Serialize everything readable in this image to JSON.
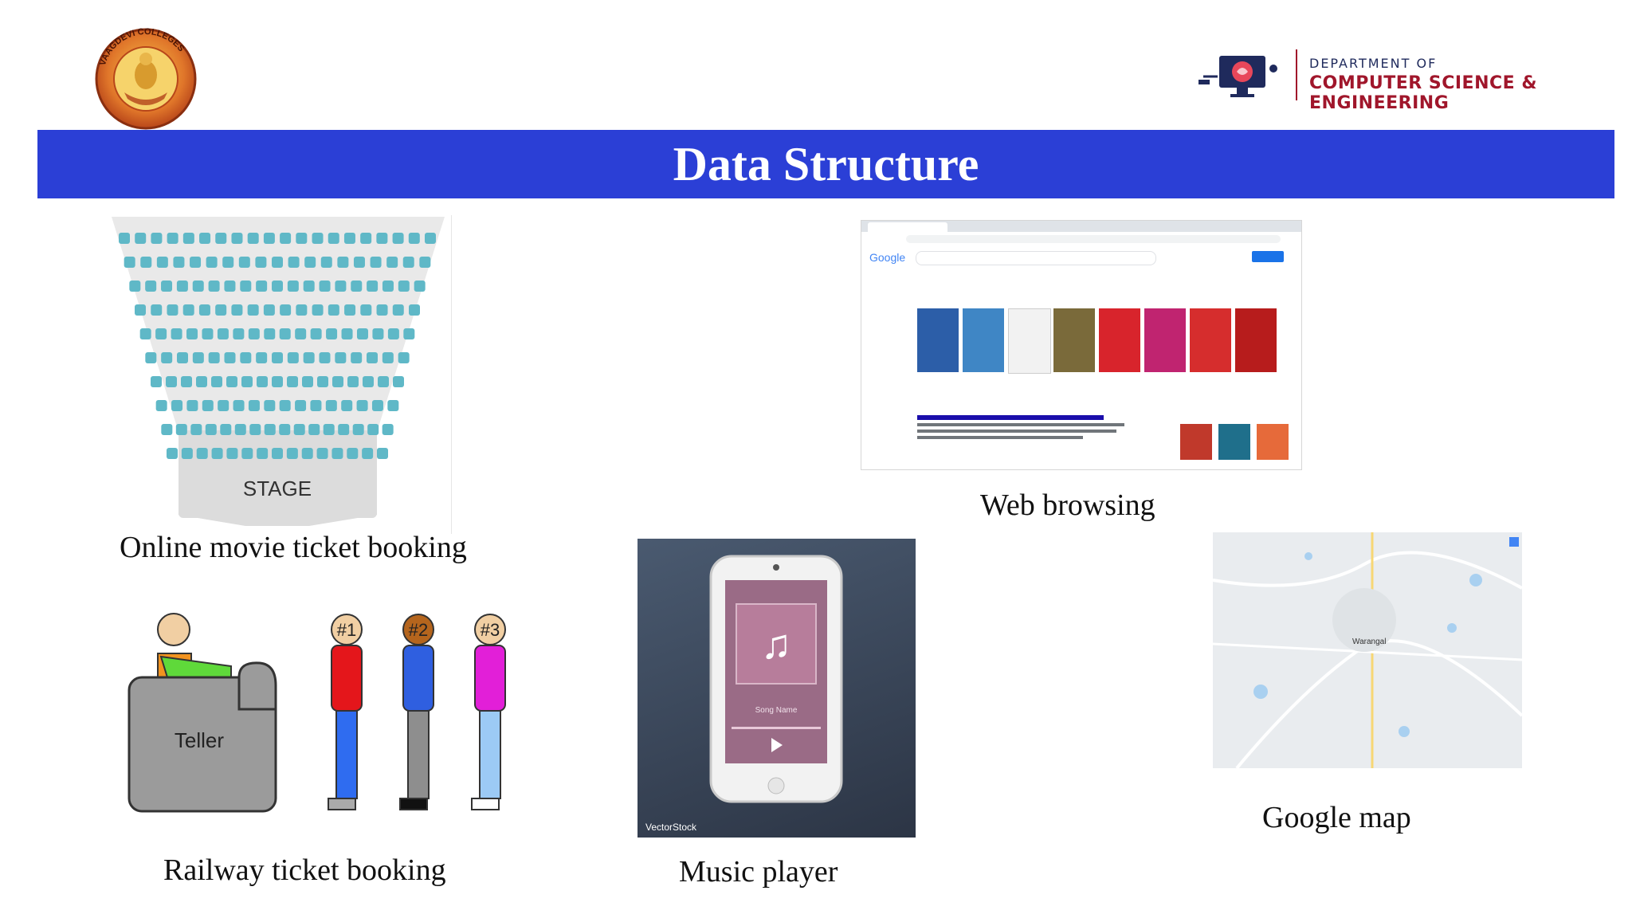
{
  "colors": {
    "accent": "#2b3fd6",
    "brand_red": "#a0162b",
    "brand_navy": "#1f2a5c"
  },
  "logo_left": {
    "icon": "college-seal-icon",
    "text": "VAAGDEVI COLLEGES"
  },
  "logo_right": {
    "icon": "monitor-brain-icon",
    "line1": "DEPARTMENT OF",
    "line2": "COMPUTER SCIENCE & ENGINEERING"
  },
  "banner": {
    "title": "Data Structure"
  },
  "items": [
    {
      "caption": "Online movie ticket booking",
      "image_text": "STAGE"
    },
    {
      "caption": "Web browsing",
      "image_text": "Google"
    },
    {
      "caption": "Railway ticket booking",
      "image_text": "Teller",
      "queue": [
        "#1",
        "#2",
        "#3"
      ]
    },
    {
      "caption": "Music player",
      "image_text": "Song Name",
      "watermark": "VectorStock"
    },
    {
      "caption": "Google map",
      "image_text": "Warangal"
    }
  ]
}
